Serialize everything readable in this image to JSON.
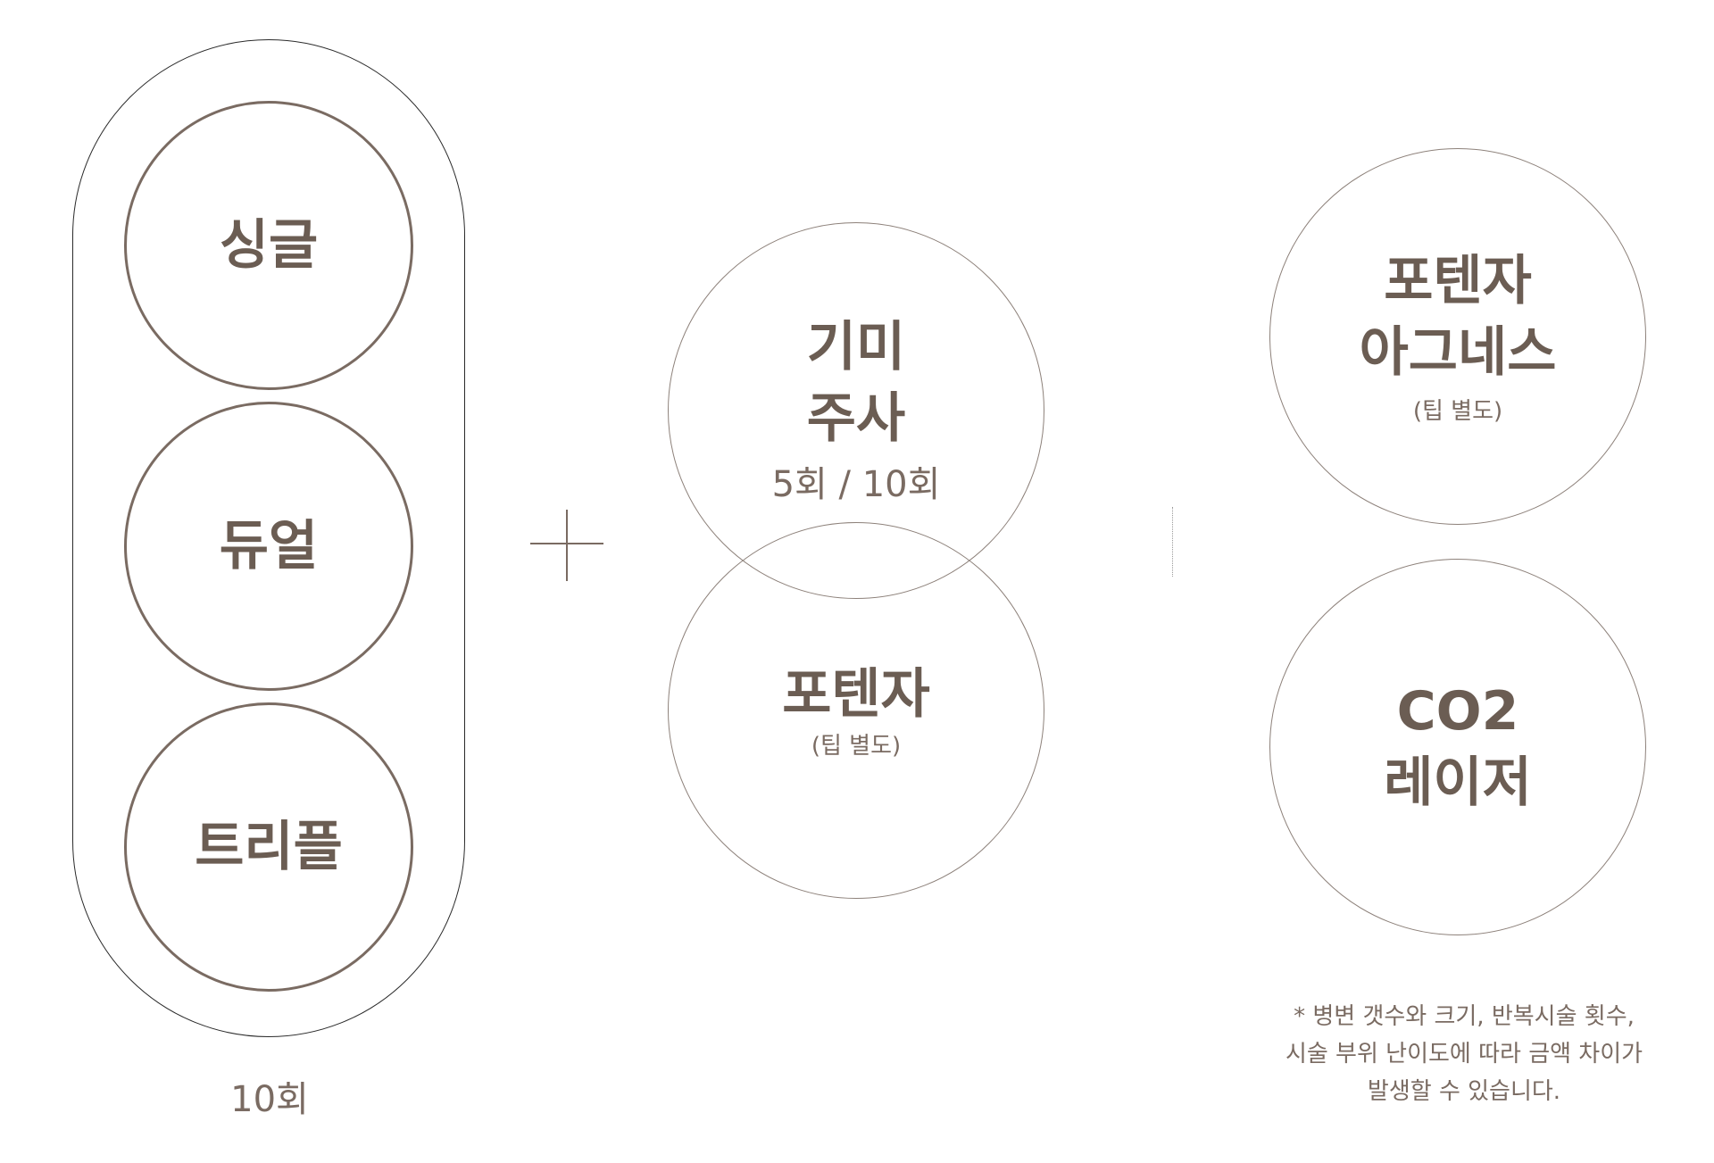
{
  "left_group": {
    "items": [
      {
        "label": "싱글"
      },
      {
        "label": "듀얼"
      },
      {
        "label": "트리플"
      }
    ],
    "count": "10회"
  },
  "plus_symbol": "+",
  "middle_group": {
    "top": {
      "line1": "기미",
      "line2": "주사",
      "count": "5회 / 10회"
    },
    "bottom": {
      "label": "포텐자",
      "note": "(팁 별도)"
    }
  },
  "right_group": {
    "top": {
      "line1": "포텐자",
      "line2": "아그네스",
      "note": "(팁 별도)"
    },
    "bottom": {
      "line1": "CO2",
      "line2": "레이저"
    }
  },
  "footnote": {
    "line1": "* 병변 갯수와 크기, 반복시술 횟수,",
    "line2": "시술 부위 난이도에 따라 금액 차이가",
    "line3": "발생할 수 있습니다."
  },
  "colors": {
    "text": "#6b5d53",
    "circle_border": "#7a6b62",
    "pill_border": "#2a2a2a"
  }
}
